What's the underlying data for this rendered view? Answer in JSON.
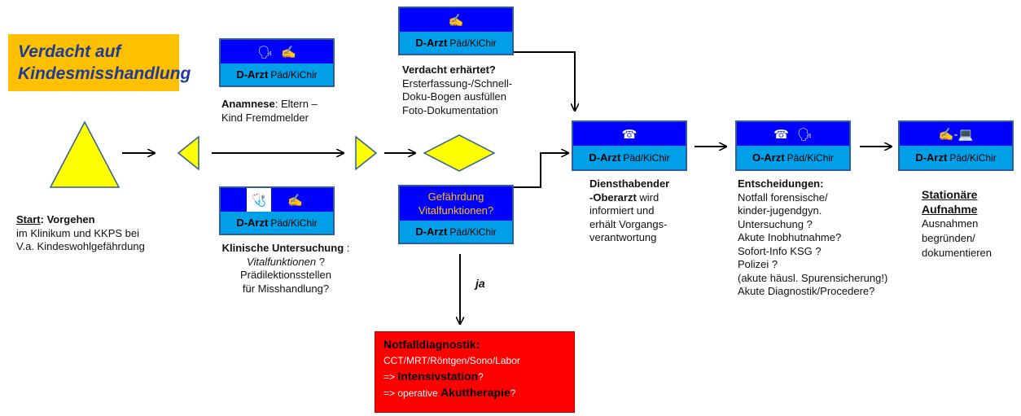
{
  "title": {
    "line1": "Verdacht auf",
    "line2": "Kindesmisshandlung"
  },
  "cards": {
    "anamnese": {
      "label": "D-Arzt",
      "sub": "Päd/KiChir",
      "icons": [
        "🗣",
        "✍"
      ]
    },
    "klinisch": {
      "label": "D-Arzt",
      "sub": "Päd/KiChir",
      "icons": [
        "🩺",
        "✍"
      ]
    },
    "verdacht": {
      "label": "D-Arzt",
      "sub": "Päd/KiChir",
      "icons": [
        "✍"
      ]
    },
    "vital": {
      "label": "D-Arzt",
      "sub": "Päd/KiChir",
      "top_line1": "Gefährdung",
      "top_line2": "Vitalfunktionen?"
    },
    "diensthabend": {
      "label": "D-Arzt",
      "sub": "Päd/KiChir",
      "icons": [
        "☎"
      ]
    },
    "oarzt": {
      "label": "O-Arzt",
      "sub": "Päd/KiChir",
      "icons": [
        "☎",
        "🗣"
      ]
    },
    "stationaer": {
      "label": "D-Arzt",
      "sub": "Päd/KiChir",
      "icons": [
        "✍-💻"
      ]
    }
  },
  "start": {
    "lead": "Start",
    "rest": ": Vorgehen",
    "line2": "im  Klinikum  und KKPS bei",
    "line3": "V.a.  Kindeswohlgefährdung"
  },
  "anamnese_text": {
    "bold": "Anamnese",
    "rest": ": Eltern –",
    "line2": "Kind   Fremdmelder"
  },
  "klinisch_text": {
    "bold": "Klinische Untersuchung",
    "rest": " :",
    "line2": "Vitalfunktionen",
    "line2b": " ?",
    "line3": "Prädilektionsstellen",
    "line4": "für Misshandlung?"
  },
  "verdacht_text": {
    "bold": "Verdacht erhärtet?",
    "line2": "Ersterfassung-/Schnell-",
    "line3": "Doku-Bogen ausfüllen",
    "line4": "Foto-Dokumentation"
  },
  "dienst_text": {
    "bold1": "Diensthabender",
    "bold2": "-Oberarzt",
    "rest2": " wird",
    "line3": "informiert und",
    "line4": "erhält Vorgangs-",
    "line5": "verantwortung"
  },
  "entscheidungen": {
    "bold": "Entscheidungen:",
    "lines": [
      "Notfall forensische/",
      "kinder-jugendgyn.",
      "Untersuchung ?",
      "Akute Inobhutnahme?",
      "Sofort-Info KSG ?",
      "Polizei ?",
      "(akute häusl. Spurensicherung!)",
      "Akute Diagnostik/Procedere?"
    ]
  },
  "stationaer_text": {
    "u1": "Stationäre",
    "u2": "Aufnahme",
    "lines": [
      "Ausnahmen",
      "begründen/",
      "dokumentieren"
    ]
  },
  "ja_label": "ja",
  "notfall": {
    "title": "Notfalldiagnostik",
    "colon": ":",
    "line2": "CCT/MRT/Röntgen/Sono/Labor",
    "line3a": "=> ",
    "line3b": "Intensivstation",
    "line3c": "?",
    "line4a": "=> operative ",
    "line4b": "Akuttherapie",
    "line4c": "?"
  },
  "colors": {
    "card_top": "#0000ff",
    "card_bottom": "#00a0e8",
    "shape_fill": "#ffff00",
    "title_bg": "#ffc000",
    "title_text": "#1f3b99",
    "emergency": "#ff0000",
    "vital_text": "#ffc000"
  }
}
